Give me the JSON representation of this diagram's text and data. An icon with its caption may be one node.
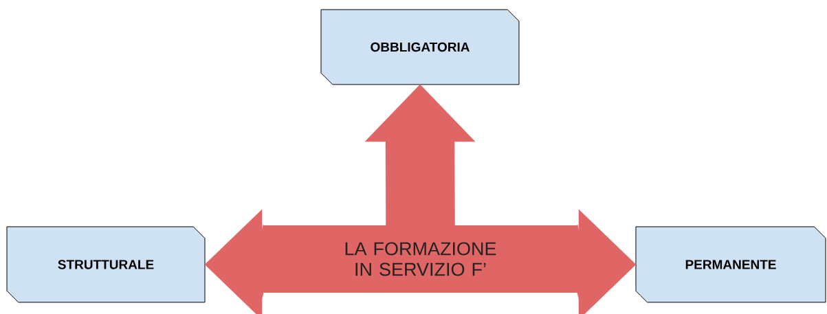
{
  "diagram": {
    "nodes": [
      {
        "text": [
          "OBBLIGATORIA"
        ]
      },
      {
        "text": [
          "STRUTTURALE"
        ]
      },
      {
        "text": [
          "LA FORMAZIONE IN SERVIZIO F’"
        ]
      },
      {
        "text": [
          "PERMANENTE"
        ]
      }
    ],
    "edges": [
      {
        "from": 2,
        "to": 0,
        "arrow": "to"
      },
      {
        "from": 2,
        "to": 1,
        "arrow": "to"
      },
      {
        "from": 2,
        "to": 3,
        "arrow": "to"
      }
    ]
  }
}
